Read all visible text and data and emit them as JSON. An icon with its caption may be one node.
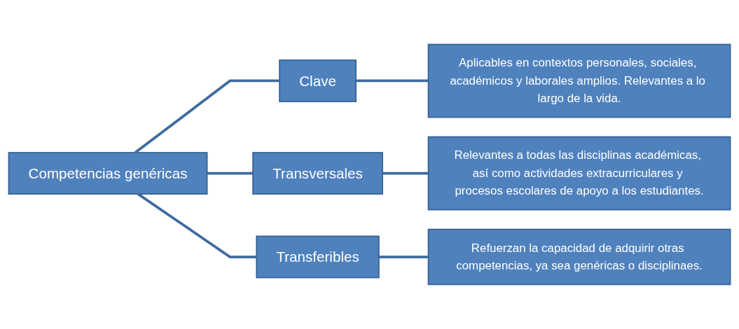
{
  "diagram": {
    "nodes": [
      {
        "text": [
          "Competencias genéricas"
        ]
      },
      {
        "text": [
          "Clave"
        ]
      },
      {
        "text": [
          "Aplicables en contextos personales, sociales, académicos y laborales amplios. Relevantes a lo largo de la vida."
        ]
      },
      {
        "text": [
          "Transversales"
        ]
      },
      {
        "text": [
          "Relevantes a todas las disciplinas académicas, así como actividades extracurriculares y procesos escolares de apoyo a los estudiantes."
        ]
      },
      {
        "text": [
          "Transferibles"
        ]
      },
      {
        "text": [
          "Refuerzan la capacidad de adquirir otras competencias, ya sea genéricas o disciplinaes."
        ]
      }
    ],
    "edges": [
      {
        "from": 0,
        "to": 1,
        "arrow": "none"
      },
      {
        "from": 1,
        "to": 2,
        "arrow": "none"
      },
      {
        "from": 0,
        "to": 3,
        "arrow": "none"
      },
      {
        "from": 3,
        "to": 4,
        "arrow": "none"
      },
      {
        "from": 0,
        "to": 5,
        "arrow": "none"
      },
      {
        "from": 5,
        "to": 6,
        "arrow": "none"
      }
    ]
  }
}
